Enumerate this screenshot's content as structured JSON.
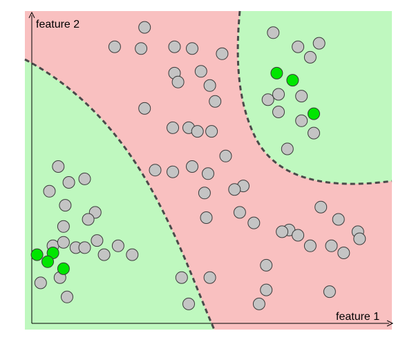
{
  "axes": {
    "x_label": "feature 1",
    "y_label": "feature 2"
  },
  "colors": {
    "background_region": "#f9c0c0",
    "class_region": "#bff8bf",
    "boundary": "#4a4a4a",
    "unlabeled_point": "#c4c4c4",
    "labeled_point": "#00e600",
    "point_outline": "#3a3a3a",
    "axis": "#000000"
  },
  "points": {
    "labeled": [
      [
        1.2,
        4.0
      ],
      [
        1.8,
        3.1
      ],
      [
        0.3,
        3.9
      ],
      [
        0.9,
        3.5
      ],
      [
        13.9,
        14.2
      ],
      [
        14.8,
        13.8
      ],
      [
        16.0,
        11.9
      ]
    ],
    "unlabeled": [
      [
        6.4,
        16.8
      ],
      [
        4.7,
        15.7
      ],
      [
        6.2,
        15.6
      ],
      [
        9.1,
        15.6
      ],
      [
        10.8,
        15.3
      ],
      [
        8.1,
        15.7
      ],
      [
        8.1,
        14.2
      ],
      [
        9.6,
        14.3
      ],
      [
        8.3,
        13.7
      ],
      [
        10.1,
        13.5
      ],
      [
        10.4,
        12.6
      ],
      [
        6.4,
        12.2
      ],
      [
        8.0,
        11.1
      ],
      [
        8.9,
        11.1
      ],
      [
        9.4,
        10.9
      ],
      [
        10.2,
        10.9
      ],
      [
        11.0,
        9.5
      ],
      [
        8.0,
        8.6
      ],
      [
        7.0,
        8.7
      ],
      [
        9.1,
        8.9
      ],
      [
        10.0,
        8.5
      ],
      [
        12.0,
        7.8
      ],
      [
        11.5,
        7.6
      ],
      [
        9.8,
        7.4
      ],
      [
        11.8,
        6.3
      ],
      [
        9.9,
        6.0
      ],
      [
        12.6,
        5.7
      ],
      [
        14.6,
        5.3
      ],
      [
        13.7,
        16.5
      ],
      [
        15.1,
        15.7
      ],
      [
        16.3,
        15.9
      ],
      [
        15.8,
        15.1
      ],
      [
        14.0,
        13.0
      ],
      [
        13.4,
        12.7
      ],
      [
        15.3,
        12.9
      ],
      [
        14.0,
        12.0
      ],
      [
        15.3,
        11.5
      ],
      [
        16.0,
        10.8
      ],
      [
        14.5,
        9.9
      ],
      [
        1.5,
        8.9
      ],
      [
        2.1,
        8.0
      ],
      [
        3.0,
        8.2
      ],
      [
        1.0,
        7.5
      ],
      [
        1.9,
        6.7
      ],
      [
        3.6,
        6.3
      ],
      [
        1.8,
        5.5
      ],
      [
        3.2,
        5.9
      ],
      [
        3.7,
        4.7
      ],
      [
        4.9,
        4.4
      ],
      [
        2.5,
        4.3
      ],
      [
        1.2,
        4.4
      ],
      [
        1.8,
        4.6
      ],
      [
        3.0,
        4.3
      ],
      [
        4.1,
        3.9
      ],
      [
        5.7,
        3.9
      ],
      [
        1.6,
        2.6
      ],
      [
        0.5,
        2.3
      ],
      [
        2.0,
        1.5
      ],
      [
        16.4,
        6.6
      ],
      [
        17.4,
        5.9
      ],
      [
        18.5,
        5.2
      ],
      [
        15.1,
        5.0
      ],
      [
        14.2,
        5.2
      ],
      [
        18.6,
        4.8
      ],
      [
        15.8,
        4.4
      ],
      [
        17.0,
        4.4
      ],
      [
        17.7,
        4.0
      ],
      [
        13.3,
        3.3
      ],
      [
        8.5,
        2.6
      ],
      [
        10.1,
        2.6
      ],
      [
        13.3,
        1.9
      ],
      [
        16.9,
        1.8
      ],
      [
        8.9,
        1.1
      ],
      [
        12.9,
        1.1
      ]
    ]
  }
}
